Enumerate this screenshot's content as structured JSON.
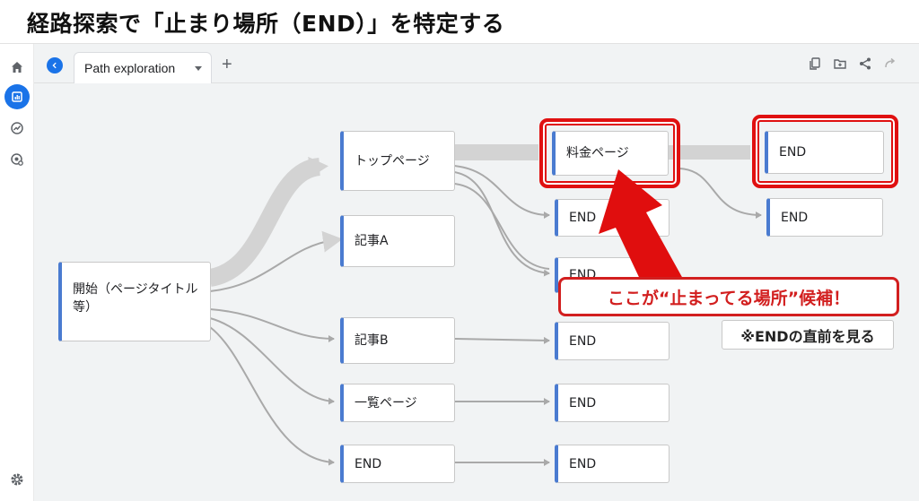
{
  "slide_title": "経路探索で「止まり場所（END）」を特定する",
  "tab": {
    "label": "Path exploration",
    "add_symbol": "+"
  },
  "nodes": {
    "start": "開始（ページタイトル等）",
    "top_page": "トップページ",
    "article_a": "記事A",
    "article_b": "記事B",
    "list_page": "一覧ページ",
    "end_step2": "END",
    "pricing_page": "料金ページ",
    "end_top_1": "END",
    "end_top_2": "END",
    "end_article_b": "END",
    "end_list": "END",
    "end_after_end": "END",
    "end_pricing_highlight": "END",
    "end_pricing_2": "END"
  },
  "callout": "ここが“止まってる場所”候補！",
  "note": "※ENDの直前を見る",
  "colors": {
    "accent": "#1a73e8",
    "node_bar": "#4a7bd0",
    "highlight": "#e01010"
  },
  "icons": [
    "home-icon",
    "reports-icon",
    "explore-icon",
    "advertising-icon",
    "settings-icon",
    "copy-icon",
    "folder-icon",
    "share-icon",
    "redo-icon"
  ]
}
